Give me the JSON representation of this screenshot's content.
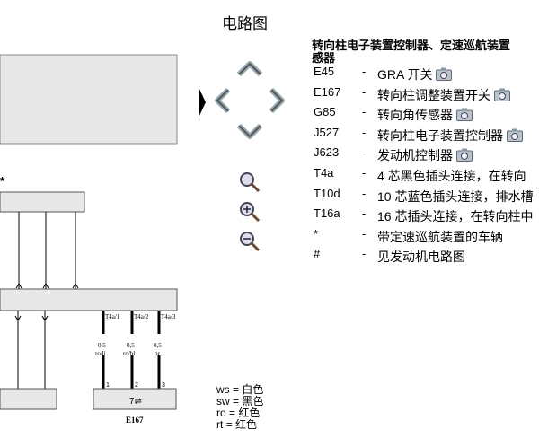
{
  "page": {
    "title": "电路图"
  },
  "panel": {
    "title_line1": "转向柱电子装置控制器、定速巡航装置",
    "title_line2": "感器"
  },
  "legend": [
    {
      "code": "E45",
      "dash": "-",
      "desc": "GRA 开关",
      "camera": true
    },
    {
      "code": "E167",
      "dash": "-",
      "desc": "转向柱调整装置开关",
      "camera": true
    },
    {
      "code": "G85",
      "dash": "-",
      "desc": "转向角传感器",
      "camera": true
    },
    {
      "code": "J527",
      "dash": "-",
      "desc": "转向柱电子装置控制器",
      "camera": true
    },
    {
      "code": "J623",
      "dash": "-",
      "desc": "发动机控制器",
      "camera": true
    },
    {
      "code": "T4a",
      "dash": "-",
      "desc": "4 芯黑色插头连接，在转向",
      "camera": false
    },
    {
      "code": "T10d",
      "dash": "-",
      "desc": "10 芯蓝色插头连接，排水槽",
      "camera": false
    },
    {
      "code": "T16a",
      "dash": "-",
      "desc": "16 芯插头连接，在转向柱中",
      "camera": false
    },
    {
      "code": "*",
      "dash": "-",
      "desc": "带定速巡航装置的车辆",
      "camera": false
    },
    {
      "code": "#",
      "dash": "-",
      "desc": "见发动机电路图",
      "camera": false
    }
  ],
  "diagram": {
    "asterisk": "*",
    "connectors": [
      "T4a/1",
      "T4a/2",
      "T4a/3"
    ],
    "wires": [
      {
        "size": "0,5",
        "color": "ro/li"
      },
      {
        "size": "0,5",
        "color": "ro/bl"
      },
      {
        "size": "0,5",
        "color": "br"
      }
    ],
    "pins": [
      "1",
      "2",
      "3"
    ],
    "component_label": "E167",
    "switch_symbol": "7⇌"
  },
  "colors": [
    {
      "code": "ws",
      "eq": "=",
      "name": "白色"
    },
    {
      "code": "sw",
      "eq": "=",
      "name": "黑色"
    },
    {
      "code": "ro",
      "eq": "=",
      "name": "红色"
    },
    {
      "code": "rt",
      "eq": "=",
      "name": "红色"
    }
  ],
  "nav": {
    "up": "pan-up",
    "down": "pan-down",
    "left": "pan-left",
    "right": "pan-right",
    "tools": [
      "zoom-icon",
      "zoom-in-icon",
      "zoom-out-icon"
    ]
  }
}
